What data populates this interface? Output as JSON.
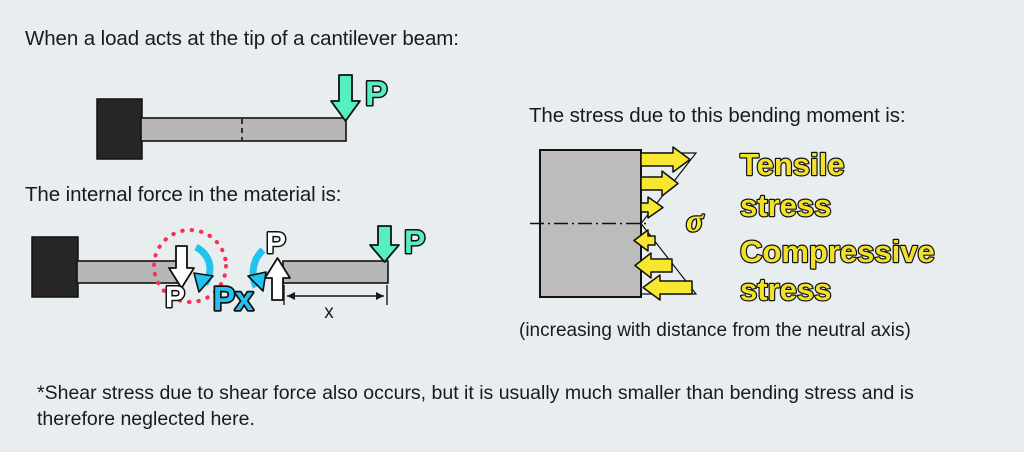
{
  "page": {
    "background_color": "#e8eef0",
    "text_color": "#1a1a1a"
  },
  "headings": {
    "intro": "When a load acts at the tip of a cantilever beam:",
    "internal_force": "The internal force in the material is:",
    "stress": "The stress due to this bending moment is:"
  },
  "figure_tip_load": {
    "load_label": "P",
    "load_arrow_color": "#55efc0",
    "beam_color": "#b7b7b7",
    "wall_color": "#262626"
  },
  "figure_internal_force": {
    "shear_label_left": "P",
    "moment_label": "Px",
    "shear_label_right": "P",
    "tip_load_label": "P",
    "dimension_label": "x",
    "moment_arrow_color": "#22c3ee",
    "cut_circle_color": "#ff2d55",
    "internal_arrow_fill": "#ffffff"
  },
  "figure_stress": {
    "sigma_label": "σ",
    "tensile_label_line1": "Tensile",
    "tensile_label_line2": "stress",
    "compressive_label_line1": "Compressive",
    "compressive_label_line2": "stress",
    "caption": "(increasing with distance from the neutral axis)",
    "stress_arrow_color": "#f7e730",
    "section_color": "#bcbcbc",
    "label_text_color": "#f2e02a"
  },
  "footnote": {
    "text": "*Shear stress due to shear force also occurs, but it is usually much smaller than bending stress and is therefore neglected here."
  }
}
